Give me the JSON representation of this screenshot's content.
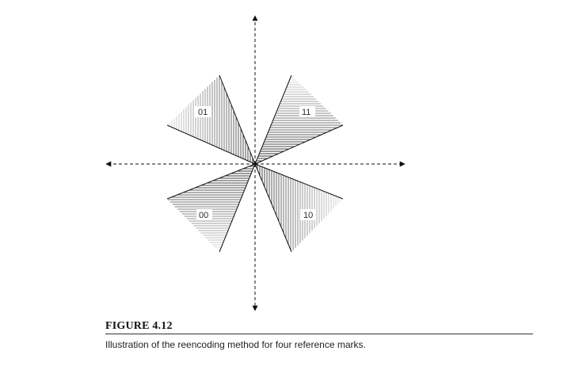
{
  "diagram": {
    "sectors": [
      {
        "code": "01",
        "hatch": "vertical"
      },
      {
        "code": "11",
        "hatch": "horizontal"
      },
      {
        "code": "00",
        "hatch": "horizontal"
      },
      {
        "code": "10",
        "hatch": "vertical"
      }
    ]
  },
  "caption": {
    "title": "FIGURE 4.12",
    "text": "Illustration of the reencoding method for four reference marks."
  },
  "colors": {
    "line": "#111111",
    "hatch": "#222222",
    "label_bg": "#ffffff"
  }
}
